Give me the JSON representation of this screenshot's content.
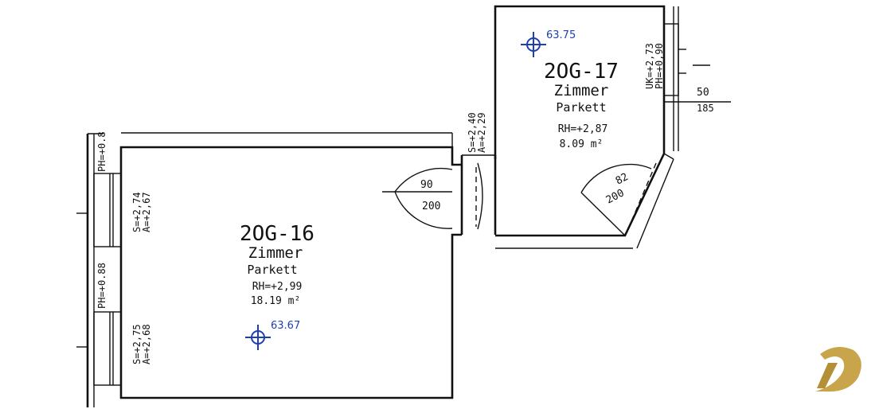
{
  "rooms": [
    {
      "id": "2OG-16",
      "name": "Zimmer",
      "floor": "Parkett",
      "height": "RH=+2,99",
      "area": "18.19 m²",
      "level": "63.67"
    },
    {
      "id": "2OG-17",
      "name": "Zimmer",
      "floor": "Parkett",
      "height": "RH=+2,87",
      "area": "8.09 m²",
      "level": "63.75"
    }
  ],
  "labels": {
    "door1_width": "90",
    "door1_height": "200",
    "door2_width": "82",
    "door2_height": "200",
    "sill_a": "PH=+0.8",
    "sill_b": "PH=+0.88",
    "win_a1": "S=+2,74",
    "win_a2": "A=+2,67",
    "win_b1": "S=+2,75",
    "win_b2": "A=+2,68",
    "pass1": "S=+2,40",
    "pass2": "A=+2,29",
    "win_c1": "UK=+2,73",
    "win_c2": "PH=+0,90",
    "right_dim": "50",
    "right_dim_partial": "185"
  },
  "colors": {
    "lines": "#111111",
    "level_marker": "#1f3fae",
    "logo": "#c8a54a"
  }
}
